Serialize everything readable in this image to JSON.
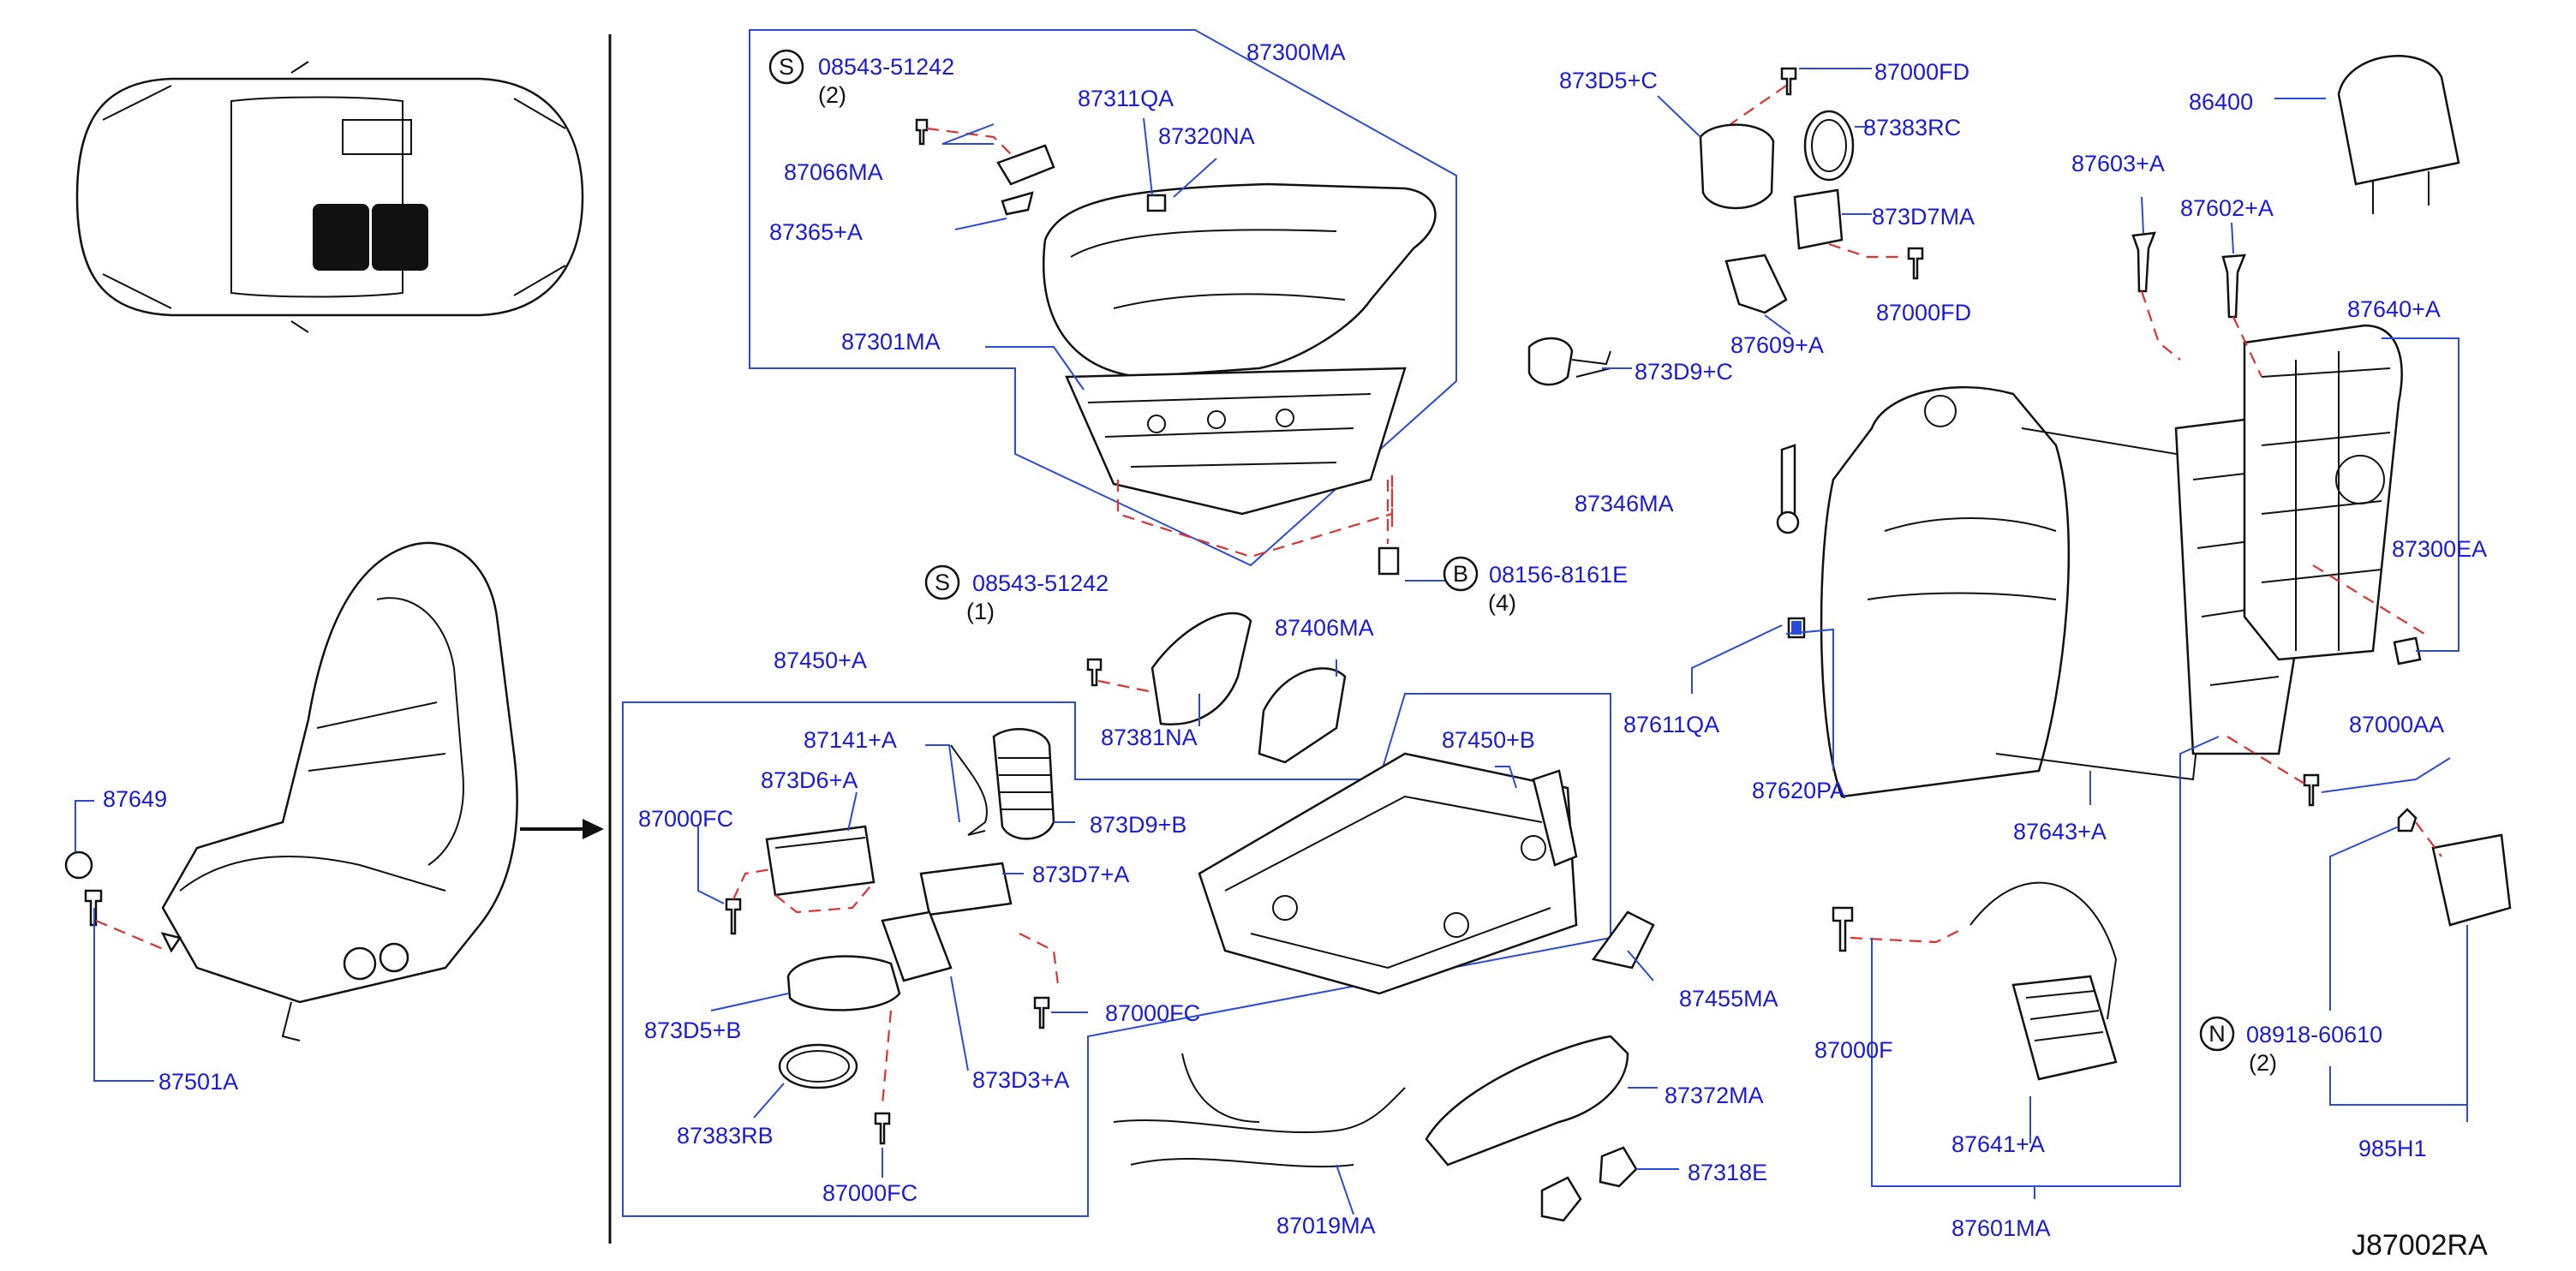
{
  "diagram_code": "J87002RA",
  "parts": [
    {
      "key": "p87300MA",
      "label": "87300MA"
    },
    {
      "key": "pS1",
      "label": "08543-51242"
    },
    {
      "key": "pS1q",
      "label": "(2)"
    },
    {
      "key": "p87311QA",
      "label": "87311QA"
    },
    {
      "key": "p87320NA",
      "label": "87320NA"
    },
    {
      "key": "p87066MA",
      "label": "87066MA"
    },
    {
      "key": "p87365A",
      "label": "87365+A"
    },
    {
      "key": "p87301MA",
      "label": "87301MA"
    },
    {
      "key": "pB",
      "label": "08156-8161E"
    },
    {
      "key": "pBq",
      "label": "(4)"
    },
    {
      "key": "pS2",
      "label": "08543-51242"
    },
    {
      "key": "pS2q",
      "label": "(1)"
    },
    {
      "key": "p87406MA",
      "label": "87406MA"
    },
    {
      "key": "p87381NA",
      "label": "87381NA"
    },
    {
      "key": "p87450A",
      "label": "87450+A"
    },
    {
      "key": "p87141A",
      "label": "87141+A"
    },
    {
      "key": "p873D6A",
      "label": "873D6+A"
    },
    {
      "key": "p87000FC1",
      "label": "87000FC"
    },
    {
      "key": "p873D9B",
      "label": "873D9+B"
    },
    {
      "key": "p873D7A",
      "label": "873D7+A"
    },
    {
      "key": "p87450B",
      "label": "87450+B"
    },
    {
      "key": "p873D5B",
      "label": "873D5+B"
    },
    {
      "key": "p87000FC2",
      "label": "87000FC"
    },
    {
      "key": "p873D3A",
      "label": "873D3+A"
    },
    {
      "key": "p87383RB",
      "label": "87383RB"
    },
    {
      "key": "p87000FC3",
      "label": "87000FC"
    },
    {
      "key": "p87455MA",
      "label": "87455MA"
    },
    {
      "key": "p87372MA",
      "label": "87372MA"
    },
    {
      "key": "p87318E",
      "label": "87318E"
    },
    {
      "key": "p87019MA",
      "label": "87019MA"
    },
    {
      "key": "p873D5C",
      "label": "873D5+C"
    },
    {
      "key": "p87000FD1",
      "label": "87000FD"
    },
    {
      "key": "p87383RC",
      "label": "87383RC"
    },
    {
      "key": "p873D7MA",
      "label": "873D7MA"
    },
    {
      "key": "p87000FD2",
      "label": "87000FD"
    },
    {
      "key": "p87609A",
      "label": "87609+A"
    },
    {
      "key": "p873D9C",
      "label": "873D9+C"
    },
    {
      "key": "p87346MA",
      "label": "87346MA"
    },
    {
      "key": "p87611QA",
      "label": "87611QA"
    },
    {
      "key": "p87620PA",
      "label": "87620PA"
    },
    {
      "key": "p87643A",
      "label": "87643+A"
    },
    {
      "key": "p86400",
      "label": "86400"
    },
    {
      "key": "p87603A",
      "label": "87603+A"
    },
    {
      "key": "p87602A",
      "label": "87602+A"
    },
    {
      "key": "p87640A",
      "label": "87640+A"
    },
    {
      "key": "p87300EA",
      "label": "87300EA"
    },
    {
      "key": "p87000AA",
      "label": "87000AA"
    },
    {
      "key": "p87000F",
      "label": "87000F"
    },
    {
      "key": "p87641A",
      "label": "87641+A"
    },
    {
      "key": "p87601MA",
      "label": "87601MA"
    },
    {
      "key": "pN",
      "label": "08918-60610"
    },
    {
      "key": "pNq",
      "label": "(2)"
    },
    {
      "key": "p985H1",
      "label": "985H1"
    },
    {
      "key": "p87649",
      "label": "87649"
    },
    {
      "key": "p87501A",
      "label": "87501A"
    }
  ],
  "markers": {
    "S": "S",
    "B": "B",
    "N": "N"
  }
}
